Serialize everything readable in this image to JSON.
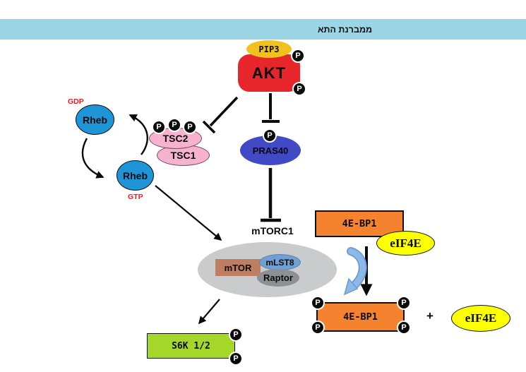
{
  "membrane_bar": {
    "label": "ממברנת התא",
    "color": "#9CD5E6"
  },
  "phospho_badge": {
    "label": "P"
  },
  "plus_label": "+",
  "nodes": {
    "pip3": {
      "label": "PIP3",
      "color": "#F1C21F"
    },
    "akt": {
      "label": "AKT",
      "color": "#E7262C",
      "phospho_count": 2
    },
    "rheb_gdp": {
      "label": "Rheb",
      "nucleotide": "GDP",
      "color": "#1E95D6"
    },
    "rheb_gtp": {
      "label": "Rheb",
      "nucleotide": "GTP",
      "color": "#1E95D6"
    },
    "tsc2": {
      "label": "TSC2",
      "color": "#F6B2CE",
      "phospho_count": 3
    },
    "tsc1": {
      "label": "TSC1",
      "color": "#F6B2CE"
    },
    "pras40": {
      "label": "PRAS40",
      "color": "#4149C4",
      "phospho_count": 1
    },
    "mtorc1": {
      "label": "mTORC1",
      "complex_color": "#CACBCD"
    },
    "mtor": {
      "label": "mTOR",
      "color": "#BD7E62"
    },
    "mlst8": {
      "label": "mLST8",
      "color": "#6FA0D1"
    },
    "raptor": {
      "label": "Raptor",
      "color": "#8E9093"
    },
    "s6k": {
      "label": "S6K 1/2",
      "color": "#A5D72A",
      "phospho_count": 2
    },
    "four_ebp1_bound": {
      "label": "4E-BP1",
      "color": "#F5822E"
    },
    "eif4e_bound": {
      "label": "eIF4E",
      "color": "#FBFF00"
    },
    "four_ebp1_phospho": {
      "label": "4E-BP1",
      "color": "#F5822E",
      "phospho_count": 4
    },
    "eif4e_released": {
      "label": "eIF4E",
      "color": "#FBFF00"
    }
  }
}
